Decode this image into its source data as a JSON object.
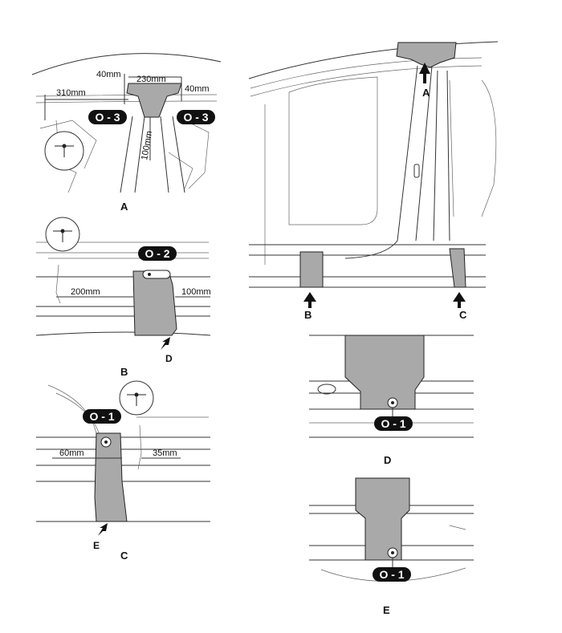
{
  "views": {
    "a": {
      "caption": "A",
      "dims": [
        "40mm",
        "230mm",
        "40mm",
        "310mm",
        "100mm"
      ],
      "tags": [
        "O - 3",
        "O - 3"
      ]
    },
    "b": {
      "caption": "B",
      "dims": [
        "200mm",
        "100mm"
      ],
      "tags": [
        "O - 2"
      ],
      "arrow": "D"
    },
    "c": {
      "caption": "C",
      "dims": [
        "60mm",
        "35mm"
      ],
      "tags": [
        "O - 1"
      ],
      "arrow": "E"
    },
    "main": {
      "arrows": [
        "A",
        "B",
        "C"
      ]
    },
    "d": {
      "caption": "D",
      "tags": [
        "O - 1"
      ]
    },
    "e": {
      "caption": "E",
      "tags": [
        "O - 1"
      ]
    }
  },
  "colors": {
    "panel": "#a9a9a9",
    "tag": "#111111",
    "line": "#333333"
  }
}
